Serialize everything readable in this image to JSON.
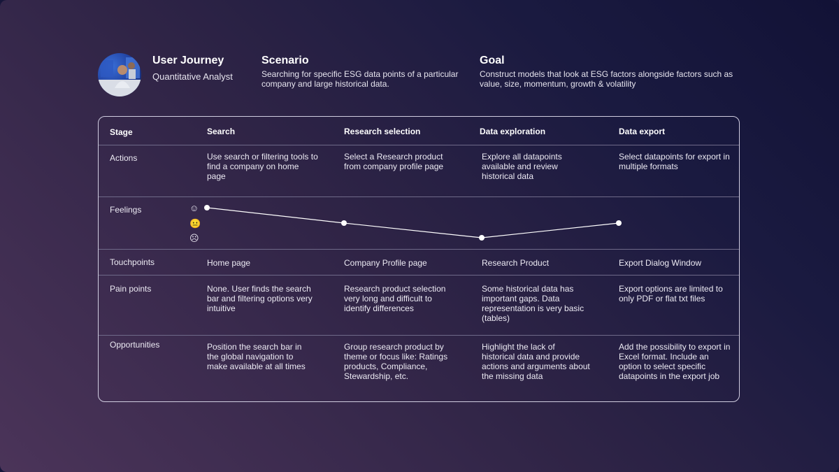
{
  "persona": {
    "title": "User Journey",
    "role": "Quantitative Analyst"
  },
  "scenario": {
    "title": "Scenario",
    "text": "Searching for specific ESG data points of a particular company and large historical data."
  },
  "goal": {
    "title": "Goal",
    "text": "Construct models that look at ESG factors alongside factors such as value, size, momentum, growth & volatility"
  },
  "table": {
    "stage_label": "Stage",
    "stages": [
      "Search",
      "Research selection",
      "Data exploration",
      "Data export"
    ],
    "rows": {
      "actions": {
        "label": "Actions",
        "cells": [
          "Use search or filtering tools to find a company on home page",
          "Select a Research product from company profile page",
          "Explore all datapoints available and review historical data",
          "Select datapoints for export in multiple formats"
        ]
      },
      "feelings": {
        "label": "Feelings",
        "scale": [
          "happy",
          "neutral",
          "sad"
        ],
        "icons": [
          "☺",
          "😐",
          "☹"
        ],
        "values": [
          "happy",
          "neutral",
          "sad",
          "neutral"
        ]
      },
      "touchpoints": {
        "label": "Touchpoints",
        "cells": [
          "Home page",
          "Company Profile page",
          "Research Product",
          "Export Dialog Window"
        ]
      },
      "pain_points": {
        "label": "Pain points",
        "cells": [
          "None. User finds the search bar and filtering options very intuitive",
          "Research product selection very long and difficult to identify differences",
          "Some historical data has important gaps. Data representation is very basic (tables)",
          "Export options are limited to only PDF or flat txt files"
        ]
      },
      "opportunities": {
        "label": "Opportunities",
        "cells": [
          "Position the search bar in the global navigation to make available at all times",
          "Group research product by theme or focus like: Ratings products, Compliance, Stewardship, etc.",
          "Highlight the lack of historical data and provide actions and arguments about the missing data",
          "Add the possibility to export in Excel format. Include an option to select specific datapoints in the export job"
        ]
      }
    }
  }
}
